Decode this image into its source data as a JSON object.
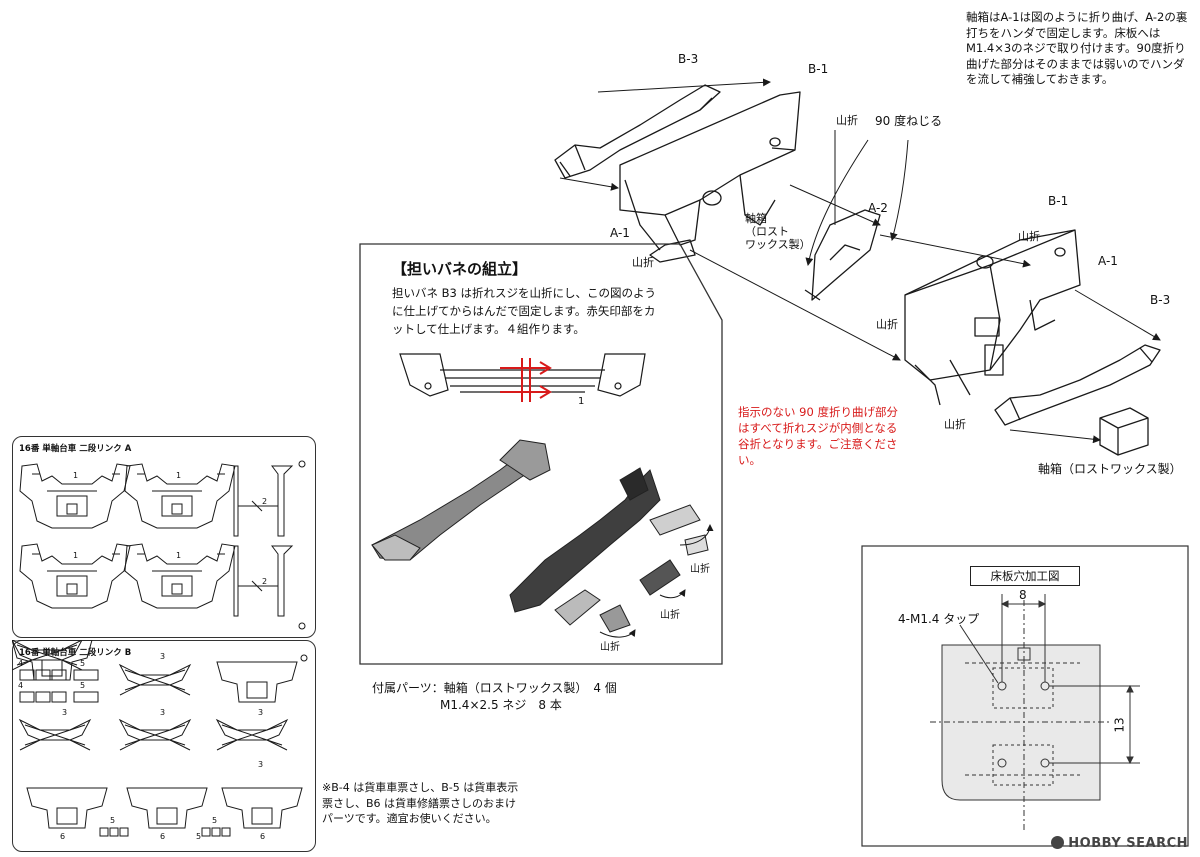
{
  "top_note": "軸箱はA-1は図のように折り曲げ、A-2の裏打ちをハンダで固定します。床板へはM1.4×3のネジで取り付けます。90度折り曲げた部分はそのままでは弱いのでハンダを流して補強しておきます。",
  "labels": {
    "b3_left": "B-3",
    "b1_left": "B-1",
    "a1_left": "A-1",
    "yamaori_1": "山折",
    "axlebox_left": "軸箱\n（ロスト\nワックス製）",
    "yamaori_2": "山折",
    "twist": "90 度ねじる",
    "a2": "A-2",
    "b1_right": "B-1",
    "yamaori_3": "山折",
    "a1_right": "A-1",
    "b3_right": "B-3",
    "yamaori_4": "山折",
    "yamaori_5": "山折",
    "axlebox_right": "軸箱（ロストワックス製）"
  },
  "red_note": "指示のない 90 度折り曲げ部分はすべて折れスジが内側となる谷折となります。ご注意ください。",
  "spring_panel": {
    "title": "【担いバネの組立】",
    "body": "担いバネ B3 は折れスジを山折にし、この図のように仕上げてからはんだで固定します。赤矢印部をカットして仕上げます。４組作ります。",
    "num": "1",
    "photo_labels": [
      "山折",
      "山折",
      "山折"
    ]
  },
  "sheet_a": {
    "title": "16番 単軸台車 二段リンク A",
    "nums": [
      "1",
      "1",
      "2",
      "1",
      "1",
      "2"
    ]
  },
  "sheet_b": {
    "title": "16番 単軸台車 二段リンク B",
    "nums": [
      "4",
      "5",
      "3",
      "3",
      "4",
      "5",
      "3",
      "3",
      "3",
      "5",
      "5",
      "5",
      "6",
      "6",
      "6"
    ]
  },
  "accessories": {
    "line1": "付属パーツ：軸箱（ロストワックス製）　4 個",
    "line2": "M1.4×2.5 ネジ　8 本"
  },
  "footnote": "※B-4 は貨車車票さし、B-5 は貨車表示票さし、B6 は貨車修繕票さしのおまけパーツです。適宜お使いください。",
  "floor_plate": {
    "title": "床板穴加工図",
    "tap": "4-M1.4 タップ",
    "dim_w": "8",
    "dim_h": "13"
  },
  "watermark": "HOBBY SEARCH",
  "colors": {
    "ink": "#1a1a1a",
    "red": "#d81a1a",
    "paper": "#ffffff"
  }
}
